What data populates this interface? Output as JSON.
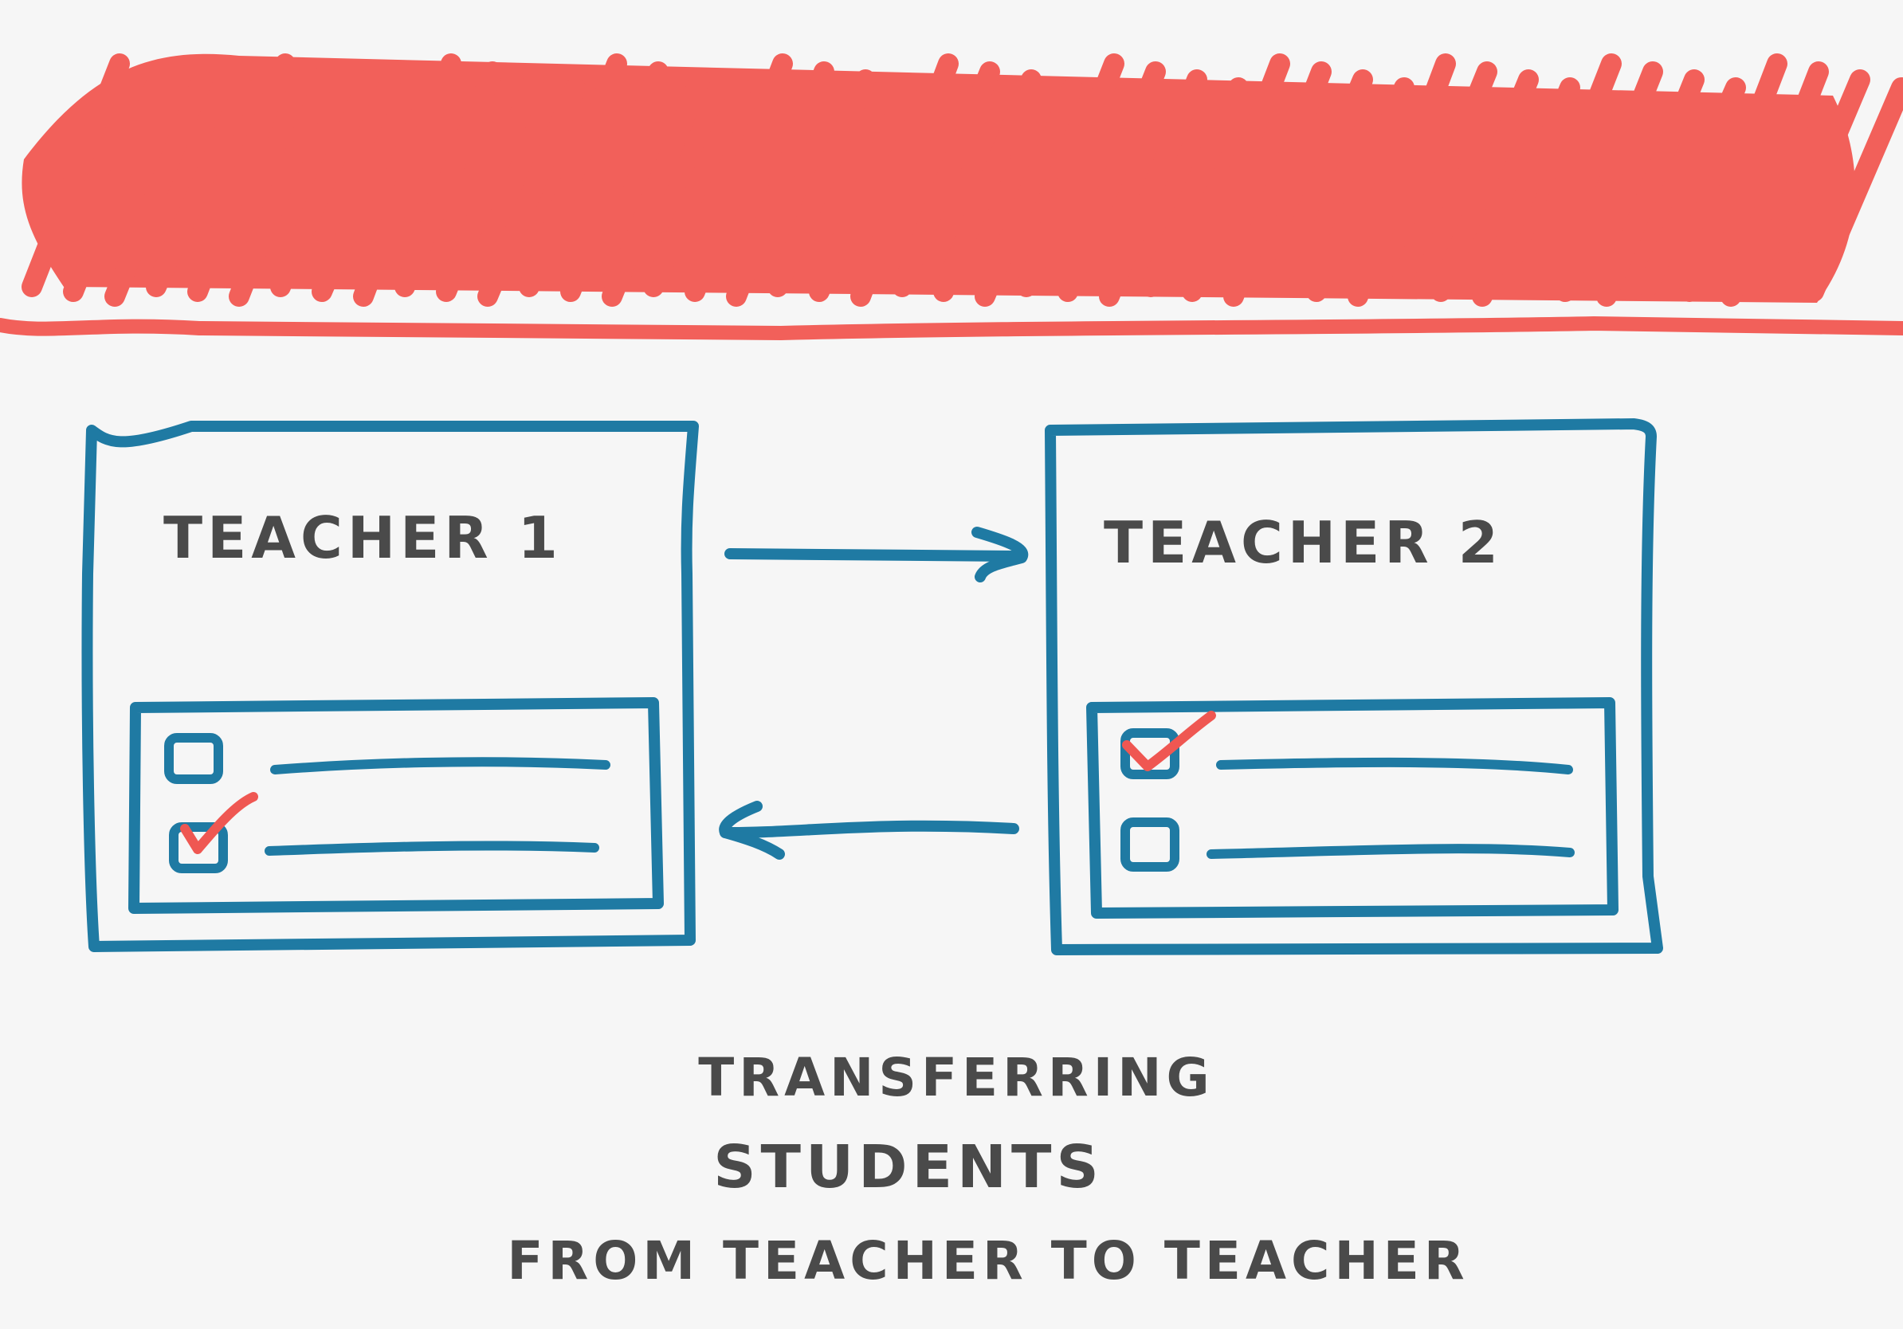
{
  "colors": {
    "background": "#f6f6f6",
    "header_scribble": "#f2605a",
    "box_stroke": "#1f7aa3",
    "text": "#4a4a4a",
    "check": "#ef5752"
  },
  "teacher1": {
    "title": "TEACHER 1",
    "rows": [
      {
        "checked": false
      },
      {
        "checked": true
      }
    ]
  },
  "teacher2": {
    "title": "TEACHER 2",
    "rows": [
      {
        "checked": true
      },
      {
        "checked": false
      }
    ]
  },
  "arrows": [
    {
      "from": "teacher1",
      "to": "teacher2"
    },
    {
      "from": "teacher2",
      "to": "teacher1"
    }
  ],
  "caption": {
    "line1": "TRANSFERRING",
    "line2": "STUDENTS",
    "line3": "FROM TEACHER TO TEACHER"
  }
}
